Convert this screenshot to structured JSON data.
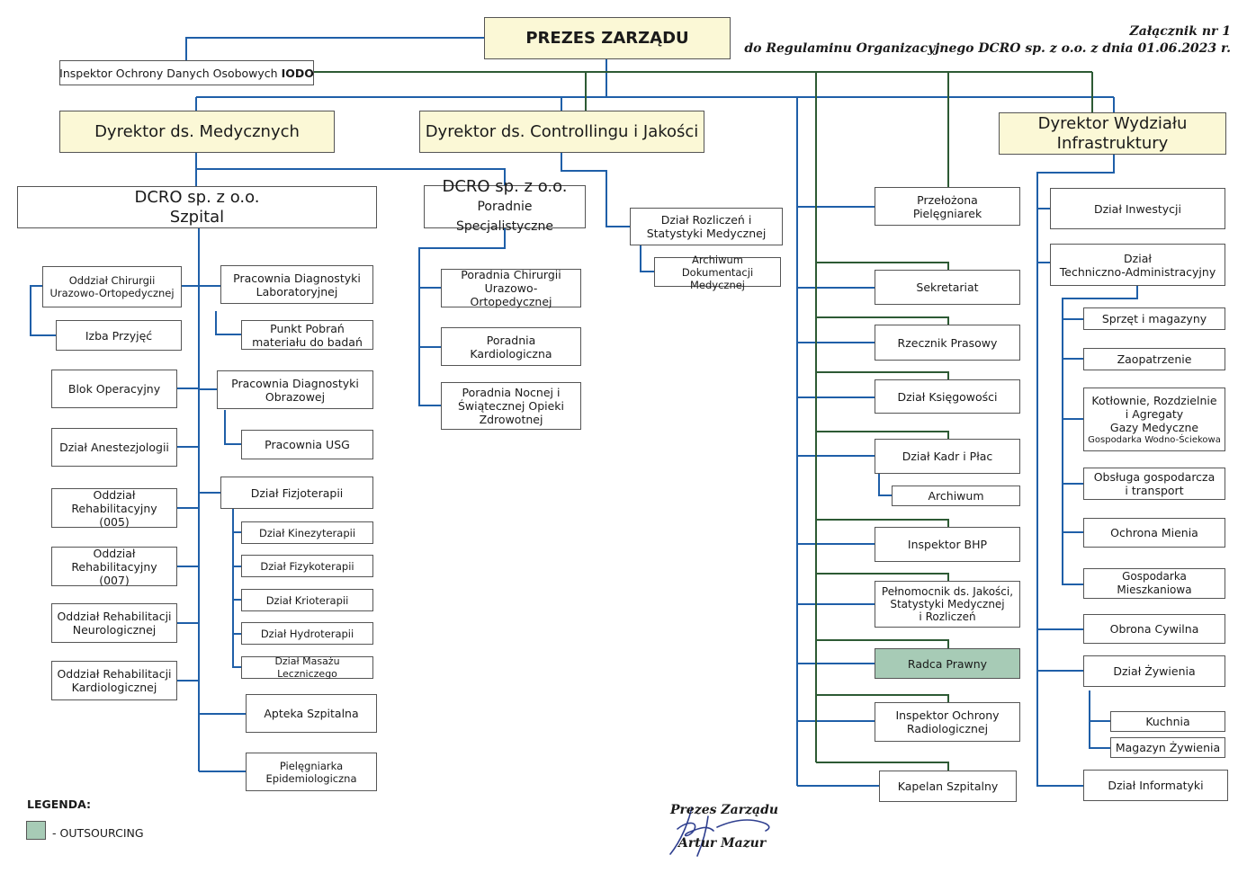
{
  "annex": {
    "line1": "Załącznik nr 1",
    "line2": "do Regulaminu Organizacyjnego DCRO sp. z o.o.  z dnia 01.06.2023 r."
  },
  "president": "PREZES ZARZĄDU",
  "iodo": {
    "text": "Inspektor Ochrony Danych Osobowych ",
    "acronym": "IODO"
  },
  "directors": {
    "medical": "Dyrektor ds. Medycznych",
    "controlling": "Dyrektor ds. Controllingu i Jakości",
    "infrastructure": "Dyrektor Wydziału\nInfrastruktury"
  },
  "hospital": {
    "title": "DCRO sp. z o.o.",
    "subtitle": "Szpital",
    "left_units": [
      "Oddział Chirurgii\nUrazowo-Ortopedycznej",
      "Izba Przyjęć",
      "Blok Operacyjny",
      "Dział Anestezjologii",
      "Oddział\nRehabilitacyjny (005)",
      "Oddział\nRehabilitacyjny (007)",
      "Oddział Rehabilitacji\nNeurologicznej",
      "Oddział Rehabilitacji\nKardiologicznej"
    ],
    "lab": "Pracownia Diagnostyki\nLaboratoryjnej",
    "lab_sub": "Punkt Pobrań\nmateriału do badań",
    "imaging": "Pracownia Diagnostyki\nObrazowej",
    "imaging_sub": "Pracownia USG",
    "physio": "Dział Fizjoterapii",
    "physio_subs": [
      "Dział Kinezyterapii",
      "Dział Fizykoterapii",
      "Dział Krioterapii",
      "Dział Hydroterapii",
      "Dział Masażu Leczniczego"
    ],
    "pharmacy": "Apteka Szpitalna",
    "epi_nurse": "Pielęgniarka\nEpidemiologiczna"
  },
  "clinics": {
    "title": "DCRO sp. z o.o.",
    "subtitle": "Poradnie Specjalistyczne",
    "units": [
      "Poradnia Chirurgii\nUrazowo-Ortopedycznej",
      "Poradnia\nKardiologiczna",
      "Poradnia Nocnej i\nŚwiątecznej Opieki\nZdrowotnej"
    ]
  },
  "controlling_units": {
    "settlements": "Dział Rozliczeń i\nStatystyki Medycznej",
    "archive": "Archiwum\nDokumentacji Medycznej"
  },
  "president_units": [
    "Przełożona\nPielęgniarek",
    "Sekretariat",
    "Rzecznik Prasowy",
    "Dział Księgowości",
    "Dział Kadr i Płac",
    "Inspektor BHP",
    "Pełnomocnik ds. Jakości,\nStatystyki Medycznej\ni Rozliczeń",
    "Radca Prawny",
    "Inspektor Ochrony\nRadiologicznej",
    "Kapelan Szpitalny"
  ],
  "hr_archive": "Archiwum",
  "infra_units": {
    "investments": "Dział Inwestycji",
    "tech_admin": "Dział\nTechniczno-Administracyjny",
    "tech_subs": [
      "Sprzęt i magazyny",
      "Zaopatrzenie",
      "Kotłownie, Rozdzielnie\ni Agregaty\nGazy Medyczne",
      "Obsługa gospodarcza\ni transport",
      "Ochrona Mienia",
      "Gospodarka Mieszkaniowa"
    ],
    "water": "Gospodarka Wodno-Ściekowa",
    "civil_defense": "Obrona Cywilna",
    "nutrition": "Dział Żywienia",
    "nutrition_subs": [
      "Kuchnia",
      "Magazyn Żywienia"
    ],
    "it": "Dział Informatyki"
  },
  "legend": {
    "title": "LEGENDA:",
    "outsourcing": "- OUTSOURCING"
  },
  "signature": {
    "title": "Prezes Zarządu",
    "name": "Artur Mazur"
  },
  "colors": {
    "blue_line": "#1f5fa8",
    "green_line": "#2d5a34",
    "box_fill": "#fbf8d6",
    "outsourcing": "#a7cbb6"
  }
}
